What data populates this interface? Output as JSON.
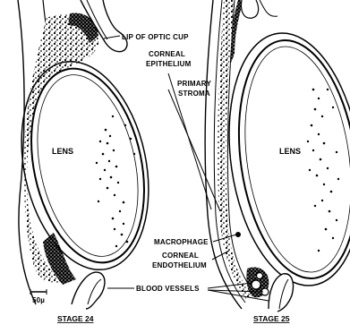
{
  "labels": {
    "lip_of_optic_cup": "LIP OF OPTIC CUP",
    "corneal_epithelium_1": "CORNEAL",
    "corneal_epithelium_2": "EPITHELIUM",
    "primary_stroma_1": "PRIMARY",
    "primary_stroma_2": "STROMA",
    "lens_left": "LENS",
    "lens_right": "LENS",
    "macrophage": "MACROPHAGE",
    "corneal_endothelium_1": "CORNEAL",
    "corneal_endothelium_2": "ENDOTHELIUM",
    "blood_vessels": "BLOOD VESSELS",
    "scale_bar": "50µ"
  },
  "stages": {
    "left": "STAGE 24",
    "right": "STAGE 25"
  }
}
